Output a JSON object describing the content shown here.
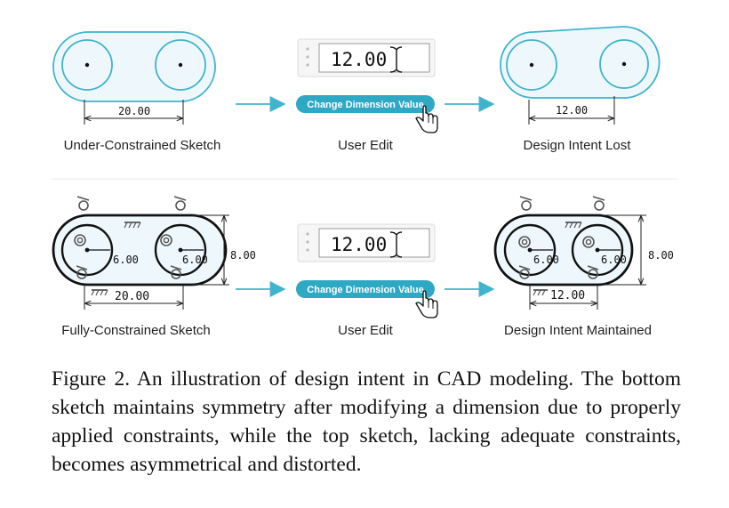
{
  "row_top": {
    "panels": [
      {
        "label": "Under-Constrained Sketch",
        "dimension": "20.00"
      },
      {
        "label": "User Edit",
        "input_value": "12.00",
        "button_label": "Change Dimension Value"
      },
      {
        "label": "Design Intent Lost",
        "dimension": "12.00"
      }
    ]
  },
  "row_bottom": {
    "panels": [
      {
        "label": "Fully-Constrained Sketch",
        "dimension_width": "20.00",
        "dimension_height": "8.00",
        "diameter_left": "6.00",
        "diameter_right": "6.00"
      },
      {
        "label": "User Edit",
        "input_value": "12.00",
        "button_label": "Change Dimension Value"
      },
      {
        "label": "Design Intent Maintained",
        "dimension_width": "12.00",
        "dimension_height": "8.00",
        "diameter_left": "6.00",
        "diameter_right": "6.00"
      }
    ]
  },
  "caption": "Figure 2. An illustration of design intent in CAD modeling. The bottom sketch maintains symmetry after modifying a dimension due to properly applied constraints, while the top sketch, lacking adequate constraints, becomes asymmetrical and distorted.",
  "colors": {
    "accent": "#3fb4cc",
    "sketch_fill": "#eef8fc",
    "button": "#2fa8c4"
  }
}
